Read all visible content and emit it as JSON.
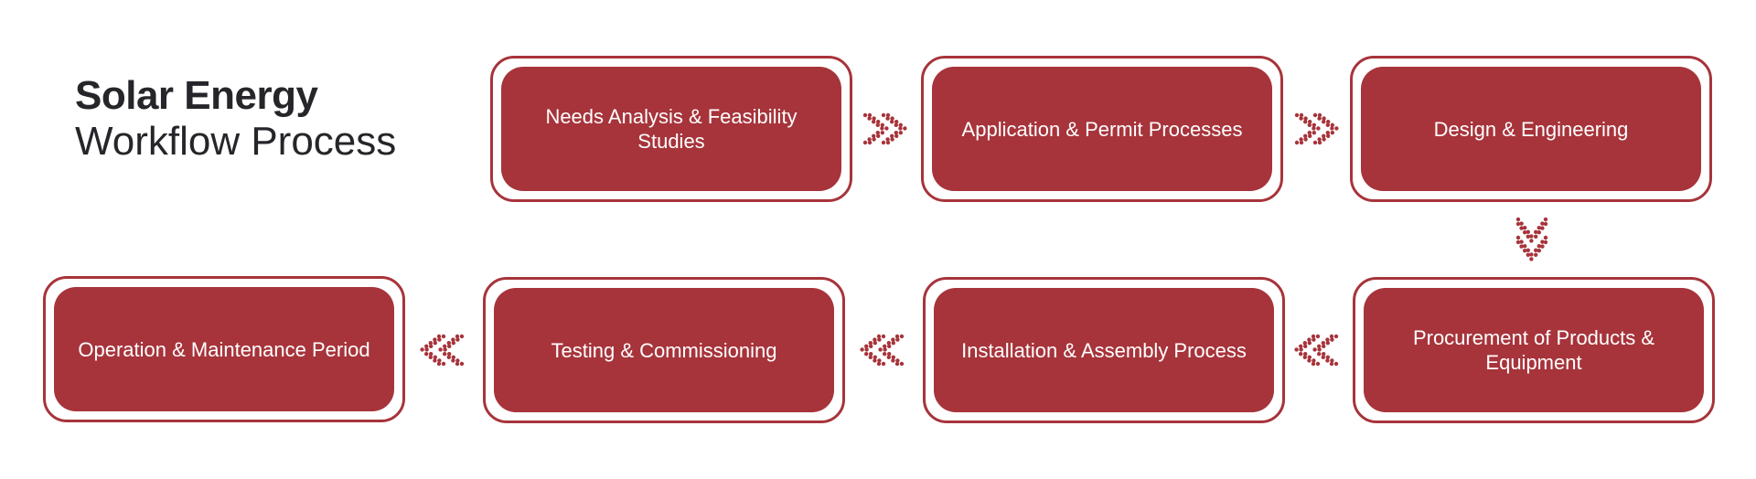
{
  "title": {
    "line1": "Solar Energy",
    "line2": "Workflow Process"
  },
  "colors": {
    "accent": "#a7343b",
    "title": "#26262a",
    "background": "#ffffff"
  },
  "steps": [
    {
      "label": "Needs Analysis & Feasibility Studies"
    },
    {
      "label": "Application & Permit Processes"
    },
    {
      "label": "Design & Engineering"
    },
    {
      "label": "Procurement of Products & Equipment"
    },
    {
      "label": "Installation & Assembly Process"
    },
    {
      "label": "Testing & Commissioning"
    },
    {
      "label": "Operation & Maintenance Period"
    }
  ],
  "connectors": [
    {
      "from": 1,
      "to": 2,
      "direction": "right",
      "icon": "dotted-double-chevron-right"
    },
    {
      "from": 2,
      "to": 3,
      "direction": "right",
      "icon": "dotted-double-chevron-right"
    },
    {
      "from": 3,
      "to": 4,
      "direction": "down",
      "icon": "dotted-double-chevron-down"
    },
    {
      "from": 4,
      "to": 5,
      "direction": "left",
      "icon": "dotted-double-chevron-left"
    },
    {
      "from": 5,
      "to": 6,
      "direction": "left",
      "icon": "dotted-double-chevron-left"
    },
    {
      "from": 6,
      "to": 7,
      "direction": "left",
      "icon": "dotted-double-chevron-left"
    }
  ]
}
